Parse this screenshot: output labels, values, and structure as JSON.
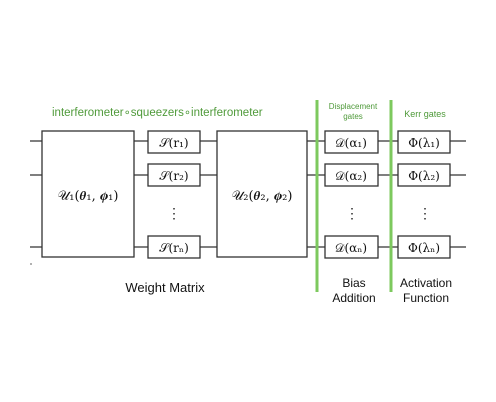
{
  "header": {
    "title": "interferometer∘squeezers∘interferometer",
    "displacement_label_line1": "Displacement",
    "displacement_label_line2": "gates",
    "kerr_label": "Kerr gates"
  },
  "gates": {
    "u1": "𝒰₁(𝜽₁, 𝝓₁)",
    "u2": "𝒰₂(𝜽₂, 𝝓₂)",
    "squeezers": [
      "𝒮(r₁)",
      "𝒮(r₂)",
      "𝒮(rₙ)"
    ],
    "displacements": [
      "𝒟(α₁)",
      "𝒟(α₂)",
      "𝒟(αₙ)"
    ],
    "kerr": [
      "Φ(λ₁)",
      "Φ(λ₂)",
      "Φ(λₙ)"
    ],
    "vdots": "⋮"
  },
  "footer": {
    "weight_matrix": "Weight Matrix",
    "bias_line1": "Bias",
    "bias_line2": "Addition",
    "activation_line1": "Activation",
    "activation_line2": "Function"
  },
  "colors": {
    "accent_green": "#7dc95e",
    "label_green": "#4f9a3a",
    "line": "#333333"
  }
}
